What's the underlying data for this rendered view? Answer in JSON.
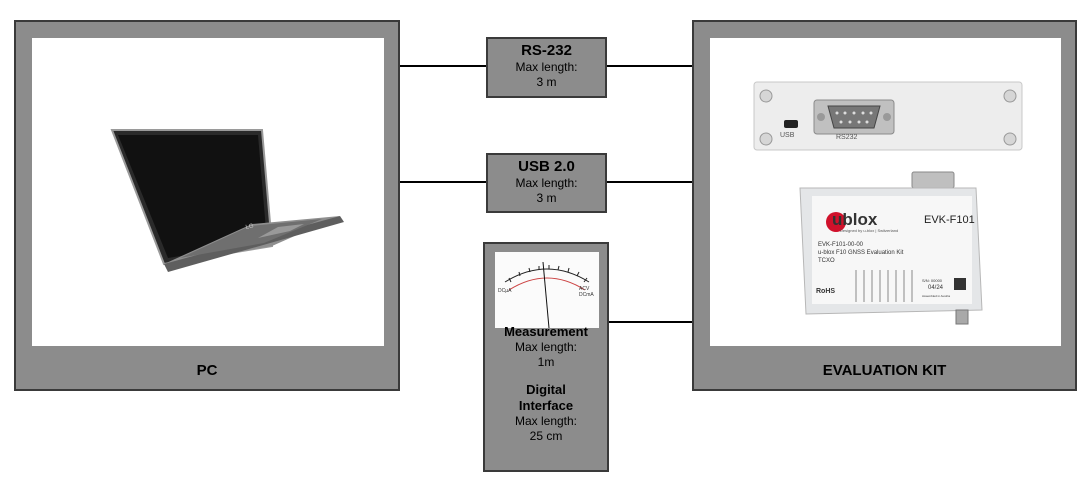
{
  "pc": {
    "label": "PC"
  },
  "evk": {
    "label": "EVALUATION KIT",
    "connector_box": {
      "usb_label": "USB",
      "rs232_label": "RS232"
    },
    "device": {
      "brand": "ublox",
      "model": "EVK-F101",
      "tagline": "Designed by u-blox | Switzerland",
      "part_number": "EVK-F101-00-00",
      "description": "u-blox F10 GNSS Evaluation Kit",
      "oscillator": "TCXO",
      "rohs": "RoHS",
      "sn_label": "S/N: 00000",
      "date_code": "04/24",
      "made_in": "Assembled in Austria"
    }
  },
  "interfaces": {
    "rs232": {
      "title": "RS-232",
      "line1": "Max length:",
      "line2": "3 m"
    },
    "usb": {
      "title": "USB 2.0",
      "line1": "Max length:",
      "line2": "3 m"
    },
    "measurement": {
      "title": "Measurement",
      "line1": "Max length:",
      "line2": "1m",
      "title2a": "Digital",
      "title2b": "Interface",
      "line3": "Max length:",
      "line4": "25 cm",
      "meter_left_label": "DCµA",
      "meter_right_label": "ACV",
      "meter_right_label2": "DCmA"
    }
  },
  "colors": {
    "frame": "#8c8c8c",
    "border": "#3a3a3a",
    "wire": "#000000"
  }
}
